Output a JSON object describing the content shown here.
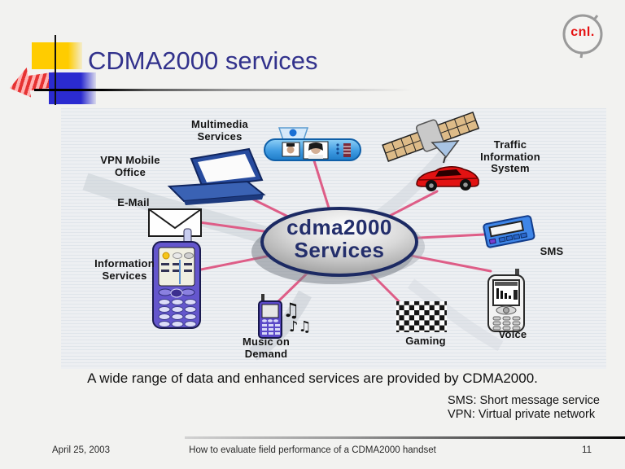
{
  "slide": {
    "title": "CDMA2000 services",
    "logo_text": "cnl.",
    "caption": "A wide range of data and enhanced services are provided by CDMA2000.",
    "abbreviations": [
      "SMS: Short message service",
      "VPN: Virtual private network"
    ],
    "footer": {
      "date": "April 25, 2003",
      "title": "How to evaluate field performance of a CDMA2000 handset",
      "page": "11"
    }
  },
  "diagram": {
    "center_label": "cdma2000\nServices",
    "nodes": [
      {
        "id": "multimedia",
        "label": "Multimedia\nServices"
      },
      {
        "id": "vpn",
        "label": "VPN Mobile\nOffice"
      },
      {
        "id": "email",
        "label": "E-Mail"
      },
      {
        "id": "information",
        "label": "Information\nServices"
      },
      {
        "id": "music",
        "label": "Music on\nDemand"
      },
      {
        "id": "gaming",
        "label": "Gaming"
      },
      {
        "id": "voice",
        "label": "Voice"
      },
      {
        "id": "sms",
        "label": "SMS"
      },
      {
        "id": "traffic",
        "label": "Traffic\nInformation\nSystem"
      }
    ],
    "icons": {
      "music_note_double": "♫",
      "music_note_pair": "♪♫"
    },
    "colors": {
      "link_line_pink": "#de5d87",
      "title_navy": "#32328c",
      "center_text_navy": "#232e6b",
      "logo_red": "#e51212",
      "accent_yellow": "#ffcc00",
      "accent_blue": "#2b2bd0"
    }
  }
}
